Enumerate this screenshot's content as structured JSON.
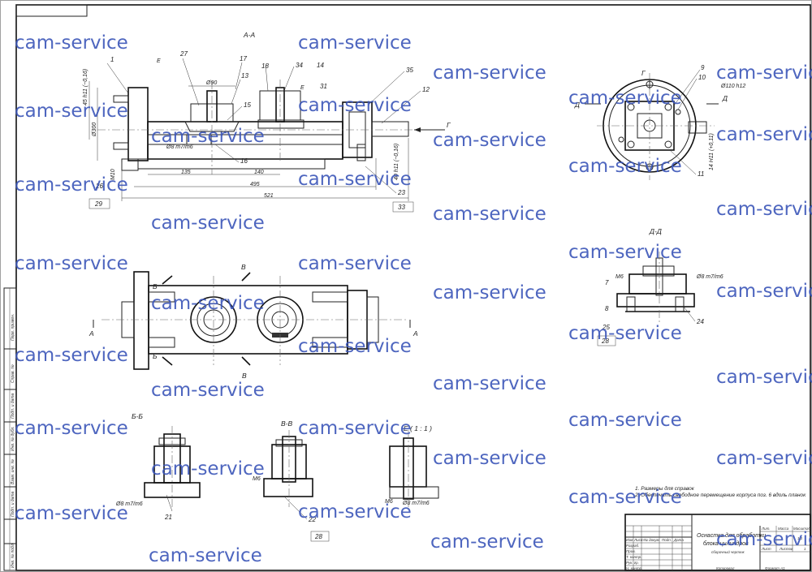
{
  "sections": {
    "a": "А-А",
    "d": "Д-Д",
    "b": "Б-Б",
    "v": "В-В",
    "e_scale": "Е ( 1 : 1 )"
  },
  "view_letters": {
    "a_left": "А",
    "a_right": "А",
    "b_top": "Б",
    "b_bottom": "Б",
    "v_top": "В",
    "v_bottom": "В",
    "g_arrow": "Г",
    "g_top": "Г",
    "d_left": "Д",
    "d_right": "Д",
    "e_mark1": "Е",
    "e_mark2": "Е"
  },
  "dimensions": {
    "d1": "135",
    "d2": "140",
    "d3": "495",
    "d4": "521",
    "dia300": "Ø300",
    "dia90": "Ø90",
    "dia110": "Ø110 h12",
    "dia8_1": "Ø8 m7/m6",
    "dia8_2": "Ø8 m7/m6",
    "dia8_3": "Ø8 m7/m6",
    "dia8_4": "Ø8 m7/m6",
    "m10": "М10",
    "m6_1": "М6",
    "m6_2": "М6",
    "m6_3": "М6",
    "h1": "45 h11 (−0,16)",
    "h2": "14 H11 (+0,11)",
    "h3": "40 h11 (−0,16)"
  },
  "leaders": [
    "1",
    "27",
    "17",
    "13",
    "15",
    "16",
    "26",
    "29",
    "18",
    "34",
    "14",
    "31",
    "35",
    "12",
    "23",
    "33",
    "9",
    "10",
    "11",
    "7",
    "8",
    "24",
    "25",
    "28",
    "21",
    "22",
    "28"
  ],
  "notes": {
    "n1": "1.  Размеры для справок",
    "n2": "2.  Обеспечить свободное перемещение корпуса поз. 6 вдоль планок"
  },
  "title_block": {
    "title_line1": "Оснастка для обработки",
    "title_line2": "блока цилиндров",
    "subtitle": "сборочный чертеж",
    "col_headers": [
      "Изм",
      "Лист",
      "№ докум.",
      "Подп.",
      "Дата"
    ],
    "roles": [
      "Разраб.",
      "Пров.",
      "Т. контр.",
      "Рук. гр.",
      "Н. контр.",
      "Утв."
    ],
    "lit": "Лит.",
    "mass": "Масса",
    "scale": "Масштаб",
    "scale_value": "1:1",
    "sheet": "Лист",
    "sheets": "Листов",
    "sheets_value": "1",
    "copied": "Копировал",
    "format": "Формат А1"
  },
  "side_stamps": [
    "Перв. примен.",
    "Справ. №",
    "Подп. и дата",
    "Инв. № дубл.",
    "Взам. инв. №",
    "Подп. и дата",
    "Инв. № подл."
  ],
  "watermark": "cam-service"
}
